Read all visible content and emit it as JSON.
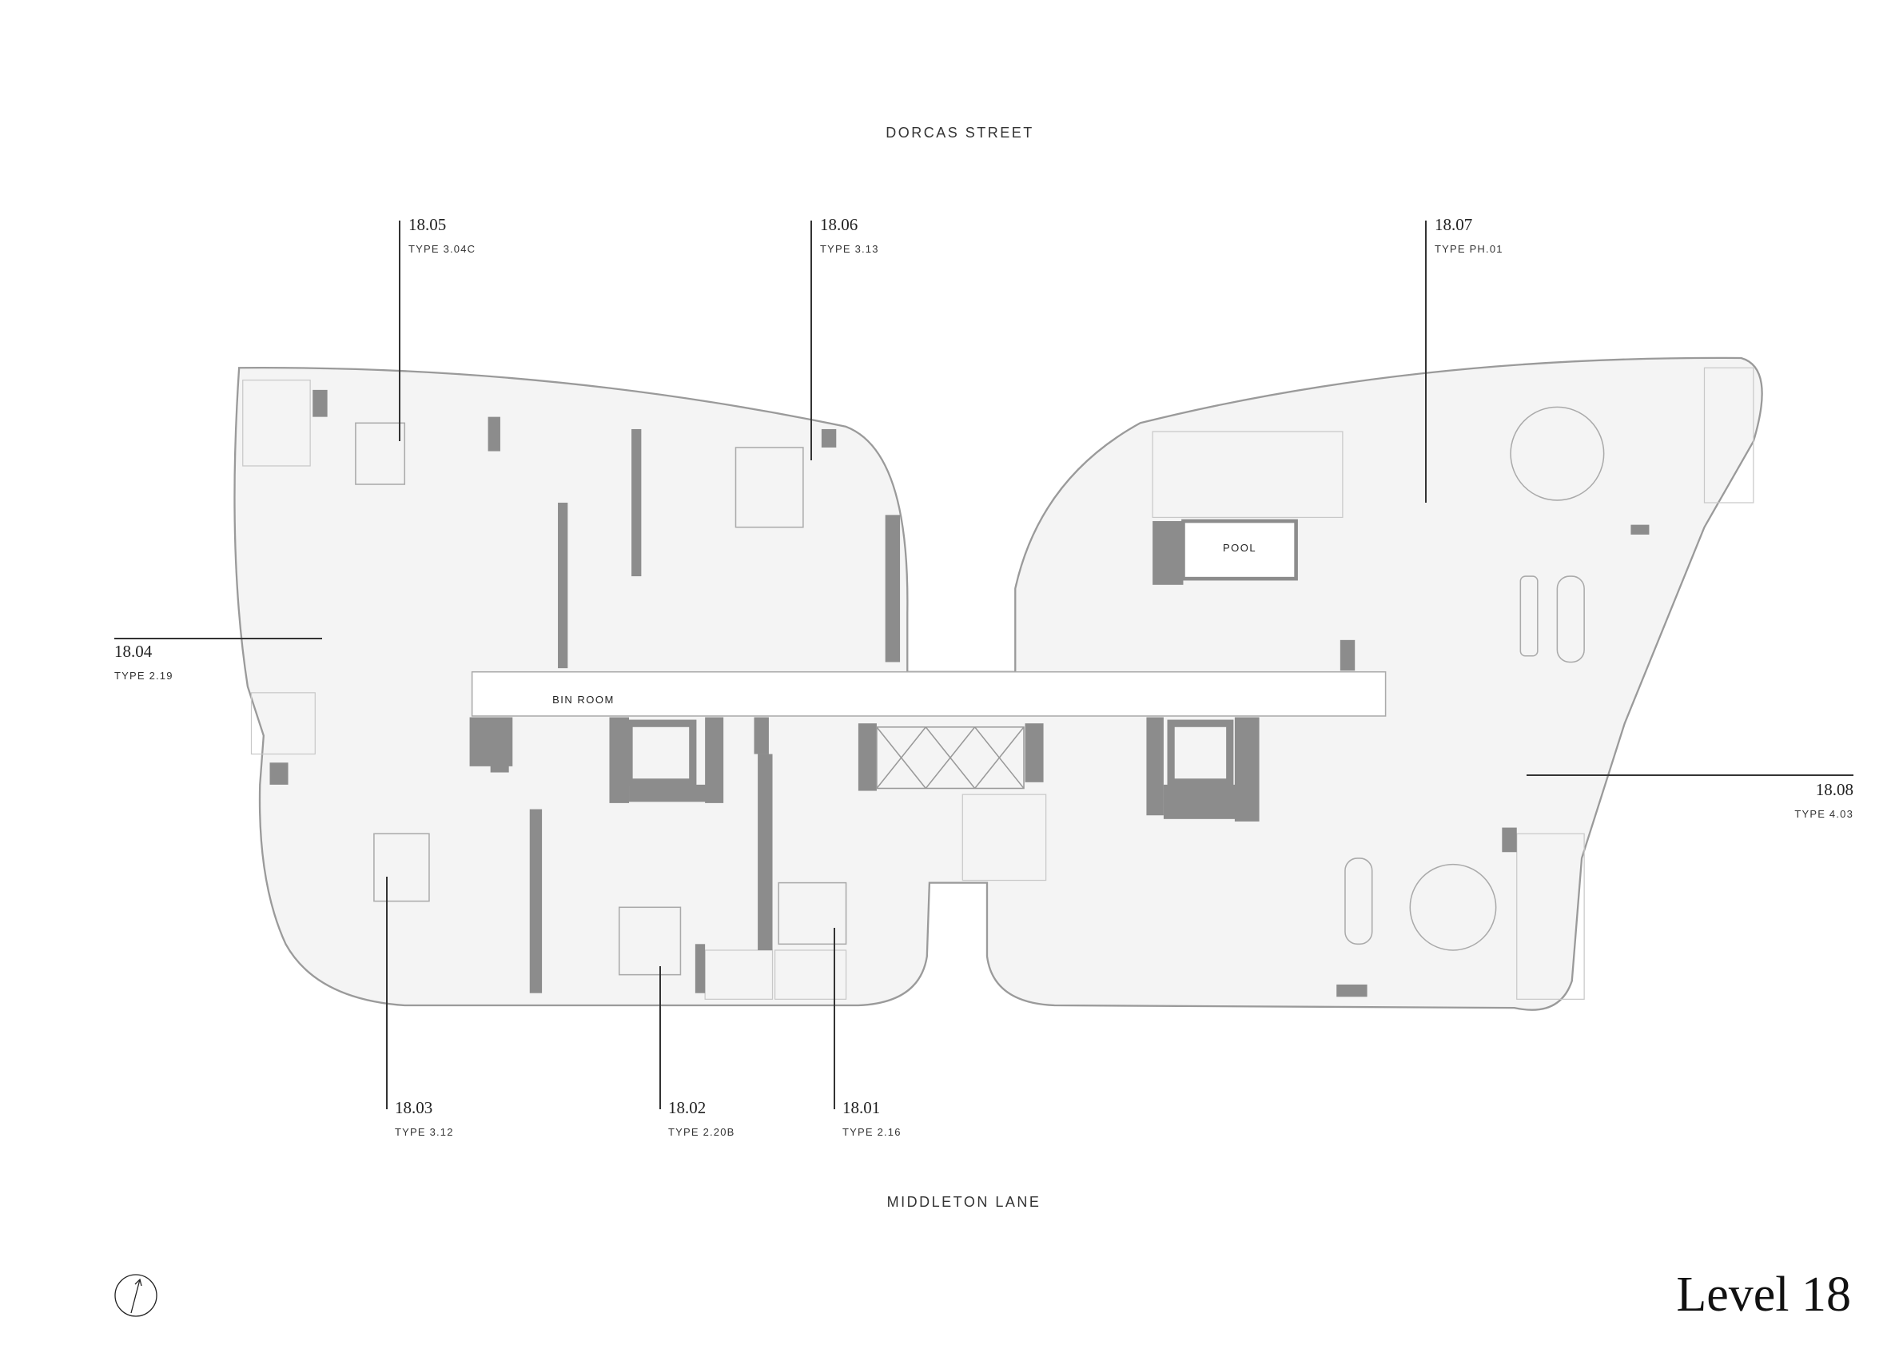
{
  "streets": {
    "top": "DORCAS STREET",
    "bottom": "MIDDLETON LANE"
  },
  "units": [
    {
      "number": "18.05",
      "type": "TYPE 3.04C"
    },
    {
      "number": "18.06",
      "type": "TYPE 3.13"
    },
    {
      "number": "18.07",
      "type": "TYPE PH.01"
    },
    {
      "number": "18.04",
      "type": "TYPE 2.19"
    },
    {
      "number": "18.08",
      "type": "TYPE 4.03"
    },
    {
      "number": "18.03",
      "type": "TYPE 3.12"
    },
    {
      "number": "18.02",
      "type": "TYPE 2.20B"
    },
    {
      "number": "18.01",
      "type": "TYPE 2.16"
    }
  ],
  "rooms": {
    "bin_room": "BIN ROOM",
    "pool": "POOL"
  },
  "level": "Level 18",
  "icons": {
    "north": "north-arrow-icon"
  },
  "colors": {
    "wall": "#8c8c8c",
    "floor": "#f4f4f4",
    "outline": "#9a9a9a"
  }
}
